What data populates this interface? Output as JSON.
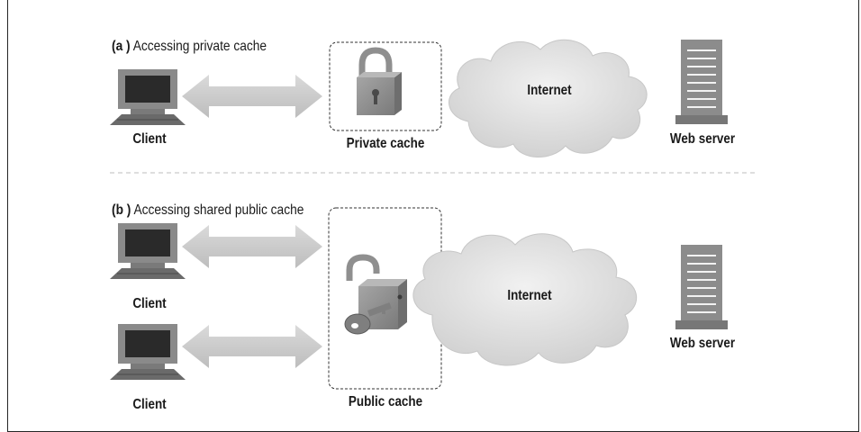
{
  "panel_a": {
    "tag": "(a )",
    "caption": "Accessing private cache",
    "client_label": "Client",
    "cache_label": "Private cache",
    "cloud_label": "Internet",
    "server_label": "Web server"
  },
  "panel_b": {
    "tag": "(b )",
    "caption": "Accessing shared public cache",
    "client_labels": [
      "Client",
      "Client"
    ],
    "cache_label": "Public cache",
    "cloud_label": "Internet",
    "server_label": "Web server"
  },
  "icons": {
    "client": "computer-monitor",
    "cache_private": "closed-padlock",
    "cache_public": "open-padlock-with-key",
    "network": "cloud",
    "server": "server-tower"
  },
  "colors": {
    "icon_gray": "#8c8c8c",
    "arrow_gray": "#c9c9c9",
    "cloud_gray": "#d6d6d6",
    "divider": "#bdbdbd"
  }
}
